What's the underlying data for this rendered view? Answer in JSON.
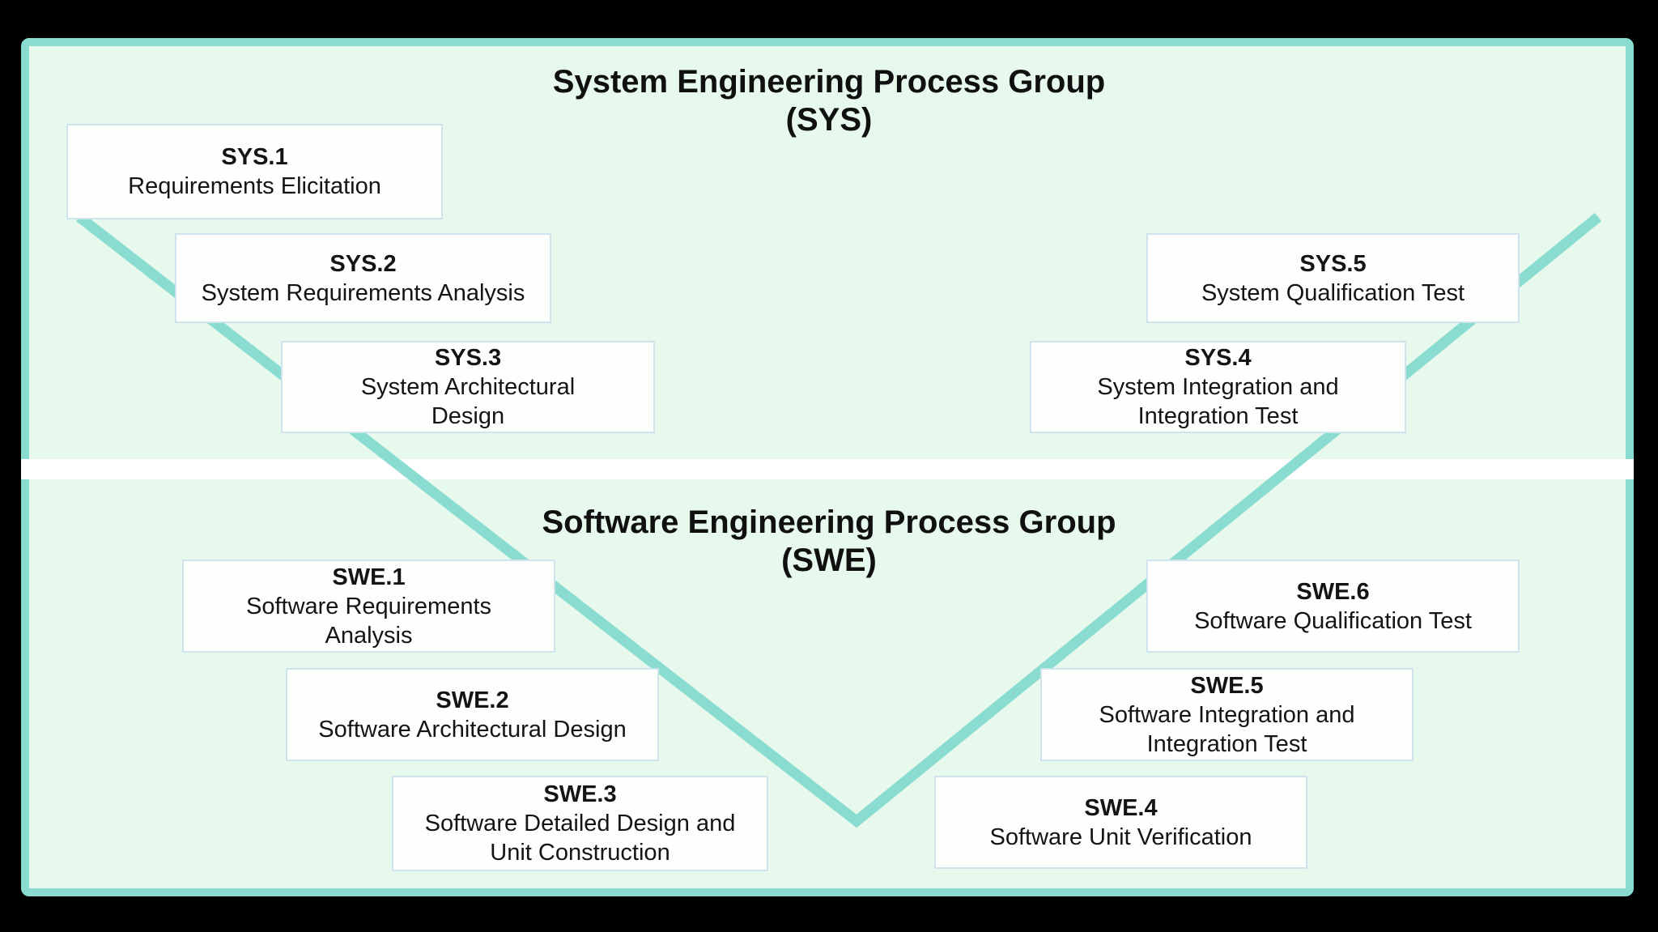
{
  "diagram": {
    "type": "v-model-process-diagram",
    "colors": {
      "background": "#000000",
      "panel_fill": "#e6f9ec",
      "accent_teal": "#8adcd0",
      "box_fill": "#fdfffd",
      "box_border": "#cfe3ec",
      "text": "#141414",
      "divider": "#ffffff"
    },
    "sys_group": {
      "title": "System Engineering Process Group",
      "abbr": "(SYS)"
    },
    "swe_group": {
      "title": "Software Engineering Process Group",
      "abbr": "(SWE)"
    },
    "boxes": [
      {
        "code": "SYS.1",
        "label": "Requirements Elicitation"
      },
      {
        "code": "SYS.2",
        "label": "System Requirements Analysis"
      },
      {
        "code": "SYS.3",
        "label": "System Architectural\nDesign"
      },
      {
        "code": "SYS.4",
        "label": "System Integration and\nIntegration Test"
      },
      {
        "code": "SYS.5",
        "label": "System Qualification Test"
      },
      {
        "code": "SWE.1",
        "label": "Software Requirements\nAnalysis"
      },
      {
        "code": "SWE.2",
        "label": "Software Architectural Design"
      },
      {
        "code": "SWE.3",
        "label": "Software Detailed Design and\nUnit Construction"
      },
      {
        "code": "SWE.4",
        "label": "Software Unit Verification"
      },
      {
        "code": "SWE.5",
        "label": "Software Integration and\nIntegration Test"
      },
      {
        "code": "SWE.6",
        "label": "Software Qualification Test"
      }
    ]
  }
}
